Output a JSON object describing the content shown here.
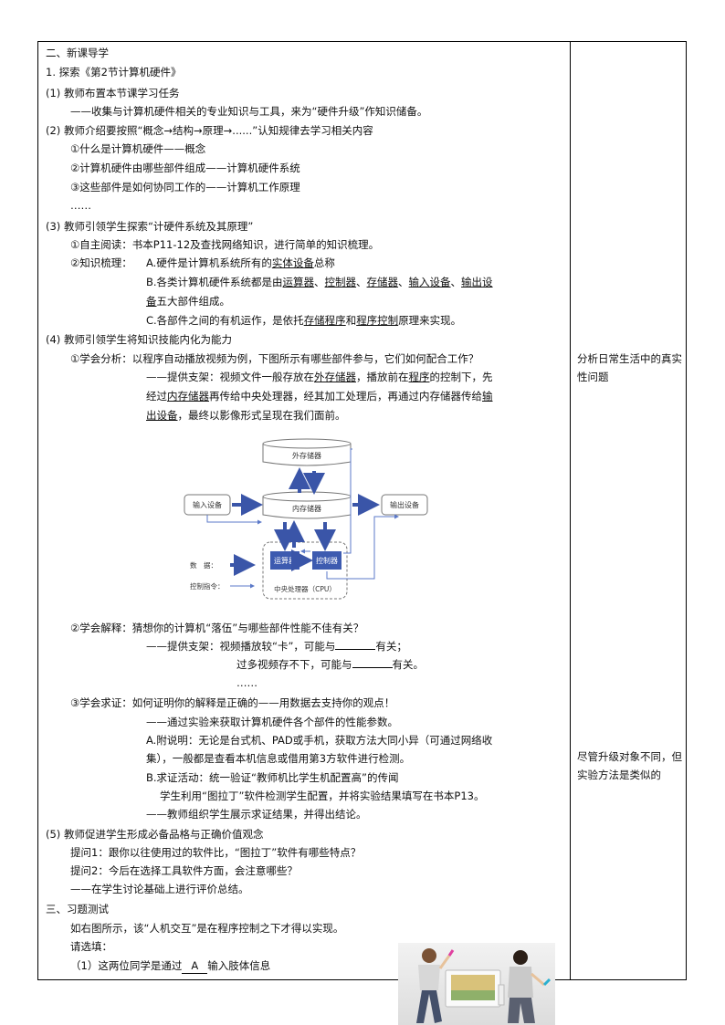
{
  "section2_title": "二、新课导学",
  "item1_title": "1. 探索《第2节计算机硬件》",
  "p1": {
    "title": "(1) 教师布置本节课学习任务",
    "text": "——收集与计算机硬件相关的专业知识与工具，来为“硬件升级”作知识储备。"
  },
  "p2": {
    "title": "(2) 教师介绍要按照“概念→结构→原理→......”认知规律去学习相关内容",
    "items": [
      "①什么是计算机硬件——概念",
      "②计算机硬件由哪些部件组成——计算机硬件系统",
      "③这些部件是如何协同工作的——计算机工作原理",
      "……"
    ]
  },
  "p3": {
    "title": "(3) 教师引领学生探索“计硬件系统及其原理”",
    "read": "①自主阅读：书本P11-12及查找网络知识，进行简单的知识梳理。",
    "sort_label": "②知识梳理：",
    "a_pre": "A.硬件是计算机系统所有的",
    "a_u": "实体设备",
    "a_post": "总称",
    "b_pre": "B.各类计算机硬件系统都是由",
    "b_u1": "运算器",
    "b_sep1": "、",
    "b_u2": "控制器",
    "b_sep2": "、",
    "b_u3": "存储器",
    "b_sep3": "、",
    "b_u4": "输入设备",
    "b_sep4": "、",
    "b_u5a": "输出设",
    "b_u5b": "备",
    "b_post": "五大部件组成。",
    "c_pre": "C.各部件之间的有机运作，是依托",
    "c_u1": "存储程序",
    "c_mid": "和",
    "c_u2": "程序控制",
    "c_post": "原理来实现。"
  },
  "p4": {
    "title": "(4) 教师引领学生将知识技能内化为能力",
    "analyze": "①学会分析：以程序自动播放视频为例，下图所示有哪些部件参与，它们如何配合工作？",
    "support1_pre": "——提供支架：视频文件一般存放在",
    "support1_u1": "外存储器",
    "support1_mid": "，播放前在",
    "support1_u2": "程序",
    "support1_post": "的控制下，先",
    "support2_pre": "经过",
    "support2_u1": "内存储器",
    "support2_mid": "再传给中央处理器，经其加工处理后，再通过内存储器传给",
    "support2_u2": "输",
    "support3_u": "出设备",
    "support3_post": "，最终以影像形式呈现在我们面前。",
    "explain": "②学会解释：猜想你的计算机“落伍”与哪些部件性能不佳有关？",
    "ex_s1_pre": "——提供支架：视频播放较“卡”，可能与",
    "ex_s1_post": "有关；",
    "ex_s2_pre": "过多视频存不下，可能与",
    "ex_s2_post": "有关。",
    "ex_more": "……",
    "verify": "③学会求证：如何证明你的解释是正确的——用数据去支持你的观点！",
    "verify_1": "——通过实验来获取计算机硬件各个部件的性能参数。",
    "verify_a1": "A.附说明：无论是台式机、PAD或手机，获取方法大同小异（可通过网络收",
    "verify_a2": "集），一般都是查看本机信息或借用第3方软件进行检测。",
    "verify_b1": "B.求证活动：统一验证“教师机比学生机配置高”的传闻",
    "verify_b2": "学生利用“图拉丁”软件检测学生配置，并将实验结果填写在书本P13。",
    "verify_b3": "——教师组织学生展示求证结果，并得出结论。"
  },
  "p5": {
    "title": "(5) 教师促进学生形成必备品格与正确价值观念",
    "q1": "提问1：跟你以往使用过的软件比，“图拉丁”软件有哪些特点？",
    "q2": "提问2：今后在选择工具软件方面，会注意哪些？",
    "summary": "——在学生讨论基础上进行评价总结。"
  },
  "section3_title": "三、习题测试",
  "ex_intro": "如右图所示，该“人机交互”是在程序控制之下才得以实现。",
  "ex_fill": "请选填：",
  "ex_q1_pre": "（1）这两位同学是通过",
  "ex_q1_ans": "A",
  "ex_q1_post": "输入肢体信息",
  "side_note1": "分析日常生活中的真实性问题",
  "side_note2": "尽管升级对象不同，但实验方法是类似的",
  "diagram": {
    "ext_storage": "外存储器",
    "memory": "内存储器",
    "input": "输入设备",
    "output": "输出设备",
    "alu": "运算器",
    "cu": "控制器",
    "cpu": "中央处理器（CPU）",
    "legend_data": "数　据：",
    "legend_ctrl": "控制指令："
  },
  "colors": {
    "arrow": "#3a55a8",
    "box_fill": "#3d5bb0",
    "thin": "#5b79c8"
  }
}
